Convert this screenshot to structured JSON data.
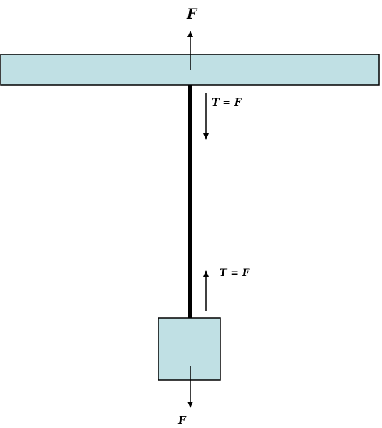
{
  "colors": {
    "fill": "#c0e0e4",
    "stroke": "#000000",
    "background": "#ffffff"
  },
  "labels": {
    "top_force": "F",
    "rope_tension_top": "T = F",
    "rope_tension_bottom": "T = F",
    "bottom_force": "F"
  }
}
